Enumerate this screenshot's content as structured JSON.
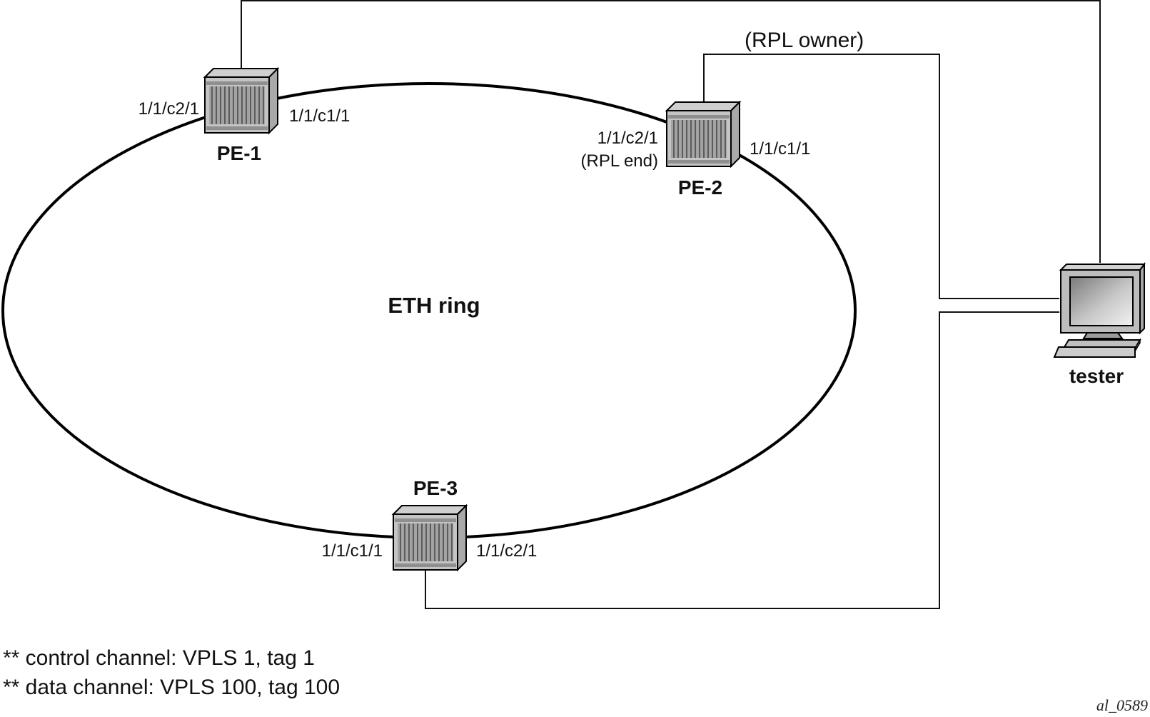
{
  "diagram": {
    "ring_label": "ETH ring",
    "rpl_owner_label": "(RPL owner)",
    "figure_id": "al_0589",
    "nodes": {
      "pe1": {
        "name": "PE-1",
        "port_left": "1/1/c2/1",
        "port_right": "1/1/c1/1"
      },
      "pe2": {
        "name": "PE-2",
        "port_left": "1/1/c2/1",
        "port_left_role": "(RPL end)",
        "port_right": "1/1/c1/1"
      },
      "pe3": {
        "name": "PE-3",
        "port_left": "1/1/c1/1",
        "port_right": "1/1/c2/1"
      },
      "tester": {
        "name": "tester"
      }
    },
    "notes": [
      "** control channel: VPLS 1, tag 1",
      "** data channel: VPLS 100, tag 100"
    ],
    "icons": {
      "router": "router-icon",
      "tester": "computer-icon"
    }
  }
}
